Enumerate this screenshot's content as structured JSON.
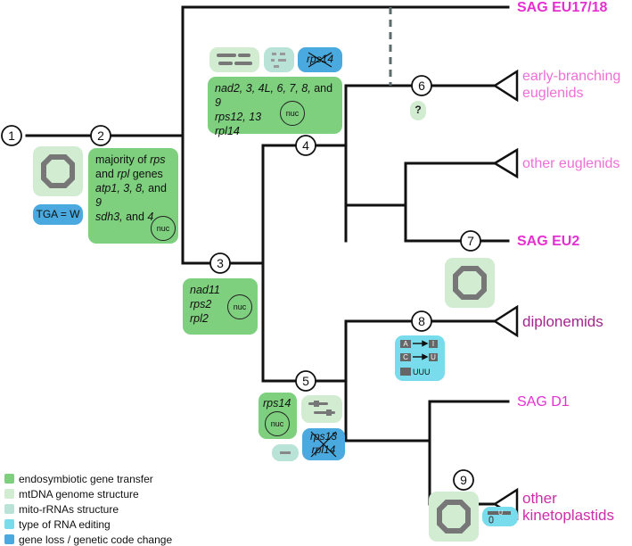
{
  "nodes": [
    {
      "id": "n1",
      "label": "1"
    },
    {
      "id": "n2",
      "label": "2"
    },
    {
      "id": "n3",
      "label": "3"
    },
    {
      "id": "n4",
      "label": "4"
    },
    {
      "id": "n5",
      "label": "5"
    },
    {
      "id": "n6",
      "label": "6"
    },
    {
      "id": "n7",
      "label": "7"
    },
    {
      "id": "n8",
      "label": "8"
    },
    {
      "id": "n9",
      "label": "9"
    }
  ],
  "taxa": {
    "sag_eu17_18": "SAG EU17/18",
    "early_branching": "early-branching\neuglenids",
    "other_euglenids": "other euglenids",
    "sag_eu2": "SAG EU2",
    "diplonemids": "diplonemids",
    "sag_d1": "SAG D1",
    "other_kinetoplastids": "other\nkinetoplastids"
  },
  "colors": {
    "euglenid_pink": "#ef6fd6",
    "sag_magenta": "#e62fd0",
    "diplonemid_purple": "#a2268e",
    "kinetoplastid_magenta": "#cc2ea8",
    "endosymbiotic": "#7ed07f",
    "mtdna": "#d2ecd2",
    "mito_rrna": "#b8e3d6",
    "rna_editing": "#79dcec",
    "gene_loss": "#4aa9df"
  },
  "box2": {
    "line1a": "majority of ",
    "line1b": "rps",
    "line2a": "and ",
    "line2b": "rpl",
    "line2c": " genes",
    "line3a": "atp1, 3, 8,",
    "line3b": " and ",
    "line3c": "9",
    "line4a": "sdh3,",
    "line4b": " and ",
    "line4c": "4",
    "nuc": "nuc"
  },
  "tga": "TGA = W",
  "box3": {
    "l1": "nad11",
    "l2": "rps2",
    "l3": "rpl2",
    "nuc": "nuc"
  },
  "box_top": {
    "l1": "nad2, 3, 4L, 6, 7, 8,",
    "l1b": " and ",
    "l1c": "9",
    "l2": "rps12, 13",
    "l3": "rpl14",
    "nuc": "nuc",
    "crossed_gene": "rps14"
  },
  "node6_mark": "?",
  "box5": {
    "gene": "rps14",
    "nuc": "nuc",
    "lost1": "rps13",
    "lost2": "rpl14"
  },
  "editing": {
    "a": "A",
    "i": "I",
    "c": "C",
    "u": "U",
    "uuu": "UUU",
    "u_small": "U"
  },
  "legend": [
    {
      "label": "endosymbiotic gene transfer",
      "color": "#7ed07f"
    },
    {
      "label": "mtDNA genome structure",
      "color": "#d2ecd2"
    },
    {
      "label": "mito-rRNAs structure",
      "color": "#b8e3d6"
    },
    {
      "label": "type of RNA editing",
      "color": "#79dcec"
    },
    {
      "label": "gene loss / genetic code change",
      "color": "#4aa9df"
    }
  ]
}
